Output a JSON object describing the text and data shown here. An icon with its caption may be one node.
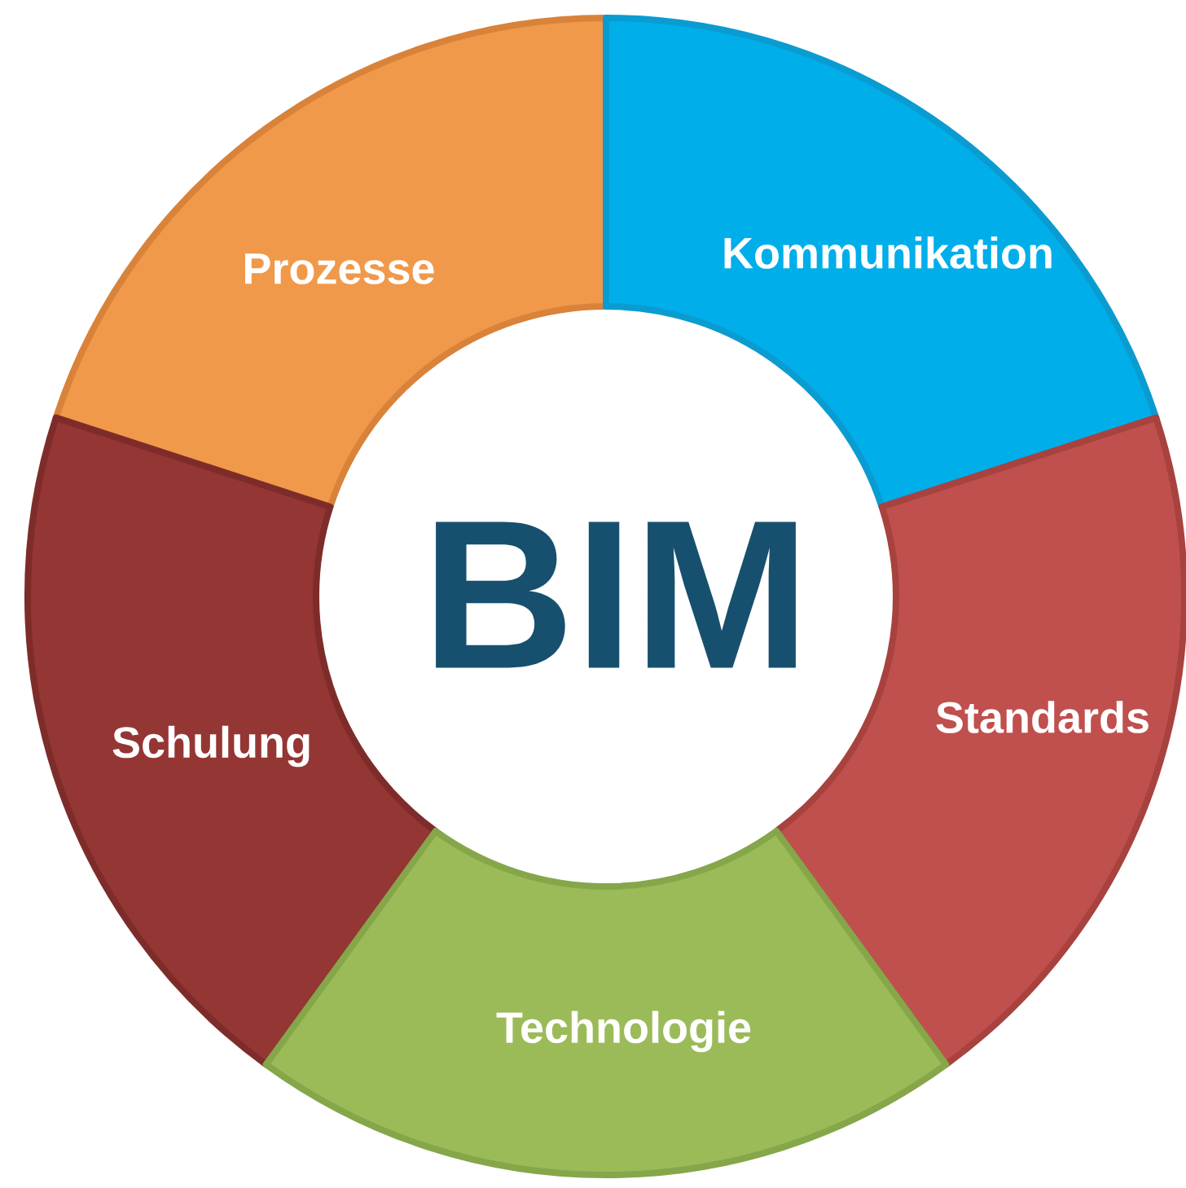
{
  "diagram": {
    "nodes": [
      {
        "text": [
          "Prozesse"
        ]
      },
      {
        "text": [
          "Kommunikation"
        ]
      },
      {
        "text": [
          "BIM"
        ]
      },
      {
        "text": [
          "Standards"
        ]
      },
      {
        "text": [
          "Schulung"
        ]
      },
      {
        "text": [
          "Technologie"
        ]
      }
    ]
  }
}
